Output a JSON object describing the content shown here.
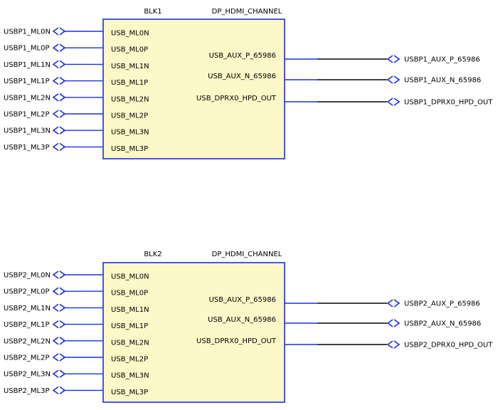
{
  "colors": {
    "block_fill": "#fcf8c7",
    "block_border": "#1a2fe0",
    "wire_blue": "#1a2fe0",
    "wire_black": "#000000",
    "text": "#000000"
  },
  "blocks": [
    {
      "id": "blk1",
      "ref": "BLK1",
      "type": "DP_HDMI_CHANNEL",
      "left_pins": [
        "USB_ML0N",
        "USB_ML0P",
        "USB_ML1N",
        "USB_ML1P",
        "USB_ML2N",
        "USB_ML2P",
        "USB_ML3N",
        "USB_ML3P"
      ],
      "left_nets": [
        "USBP1_ML0N",
        "USBP1_ML0P",
        "USBP1_ML1N",
        "USBP1_ML1P",
        "USBP1_ML2N",
        "USBP1_ML2P",
        "USBP1_ML3N",
        "USBP1_ML3P"
      ],
      "right_pins": [
        "USB_AUX_P_65986",
        "USB_AUX_N_65986",
        "USB_DPRX0_HPD_OUT"
      ],
      "right_nets": [
        "USBP1_AUX_P_65986",
        "USBP1_AUX_N_65986",
        "USBP1_DPRX0_HPD_OUT"
      ]
    },
    {
      "id": "blk2",
      "ref": "BLK2",
      "type": "DP_HDMI_CHANNEL",
      "left_pins": [
        "USB_ML0N",
        "USB_ML0P",
        "USB_ML1N",
        "USB_ML1P",
        "USB_ML2N",
        "USB_ML2P",
        "USB_ML3N",
        "USB_ML3P"
      ],
      "left_nets": [
        "USBP2_ML0N",
        "USBP2_ML0P",
        "USBP2_ML1N",
        "USBP2_ML1P",
        "USBP2_ML2N",
        "USBP2_ML2P",
        "USBP2_ML3N",
        "USBP2_ML3P"
      ],
      "right_pins": [
        "USB_AUX_P_65986",
        "USB_AUX_N_65986",
        "USB_DPRX0_HPD_OUT"
      ],
      "right_nets": [
        "USBP2_AUX_P_65986",
        "USBP2_AUX_N_65986",
        "USBP2_DPRX0_HPD_OUT"
      ]
    }
  ]
}
